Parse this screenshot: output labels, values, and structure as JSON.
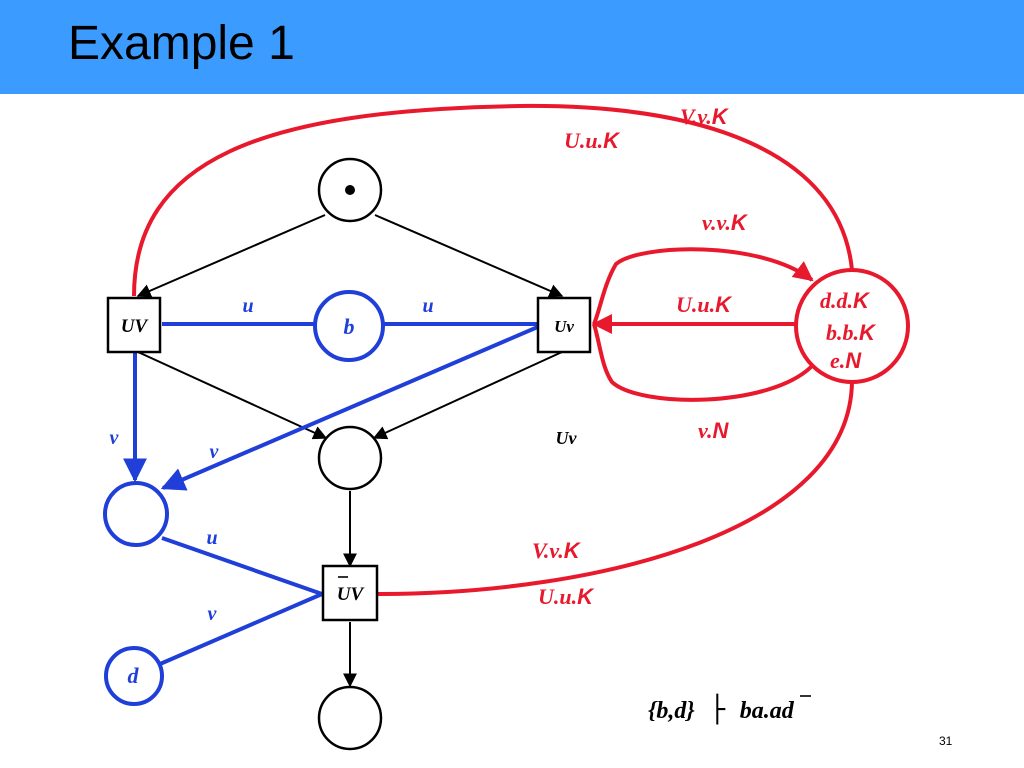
{
  "slide": {
    "title": "Example 1",
    "page_number": "31"
  },
  "colors": {
    "header": "#3b9bff",
    "black": "#000000",
    "blue": "#1f3fd8",
    "red": "#e8192c"
  },
  "places": {
    "top_token": "•",
    "b": "b",
    "d": "d",
    "red_place": [
      "d.d.",
      "K",
      "b.b.",
      "K",
      "e.",
      "N"
    ]
  },
  "transitions": {
    "left": "UV",
    "right": "Uv",
    "bottom": "UV"
  },
  "arc_labels": {
    "blue_u_left": "u",
    "blue_u_right": "u",
    "blue_v_left": "v",
    "blue_v_diag": "v",
    "blue_u_bottom": "u",
    "blue_v_bottom": "v",
    "uv_floating": "Uv",
    "top_outer_1": [
      "V.v.",
      "K"
    ],
    "top_outer_2": [
      "U.u.",
      "K"
    ],
    "right_top": [
      "v.v.",
      "K"
    ],
    "right_mid": [
      "U.u.",
      "K"
    ],
    "right_bottom": [
      "v.",
      "N"
    ],
    "bottom_outer_1": [
      "V.v.",
      "K"
    ],
    "bottom_outer_2": [
      "U.u.",
      "K"
    ]
  },
  "formula": {
    "set": "{b,d}",
    "turnstile": "├",
    "word_prefix": "ba.",
    "word_bar": "a",
    "word_suffix": "d"
  }
}
